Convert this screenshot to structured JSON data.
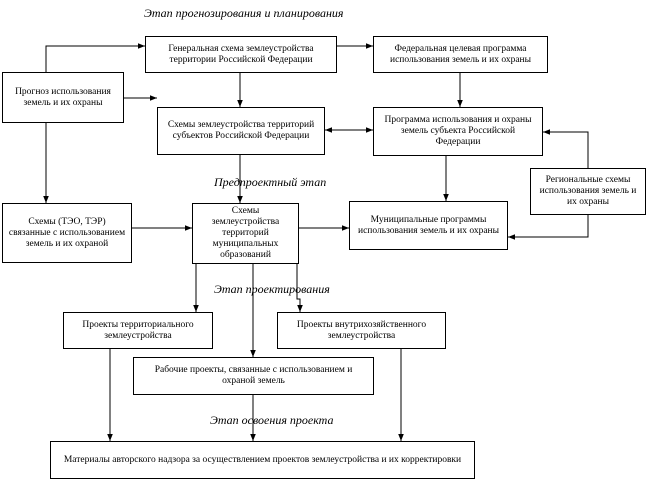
{
  "stages": {
    "planning": "Этап прогнозирования и планирования",
    "preproject": "Предпроектный этап",
    "design": "Этап проектирования",
    "implementation": "Этап освоения проекта"
  },
  "boxes": {
    "general_scheme": "Генеральная схема землеустройства территории Российской Федерации",
    "federal_program": "Федеральная целевая программа использования земель и их охраны",
    "forecast": "Прогноз использования земель и их охраны",
    "subject_schemes": "Схемы землеустройства территорий субъектов Российской Федерации",
    "subject_program": "Программа использования и охраны земель субъекта Российской Федерации",
    "regional_schemes": "Региональные схемы использования земель и их охраны",
    "teo_schemes": "Схемы (ТЭО, ТЭР) связанные с использованием земель и их охраной",
    "municipal_schemes": "Схемы землеустройства территорий муниципальных образований",
    "municipal_programs": "Муниципальные программы использования земель и их охраны",
    "territorial_projects": "Проекты территориального землеустройства",
    "onfarm_projects": "Проекты внутрихозяйственного землеустройства",
    "working_projects": "Рабочие проекты, связанные с использованием и охраной земель",
    "supervision": "Материалы авторского надзора за осуществлением проектов землеустройства и их корректировки"
  }
}
